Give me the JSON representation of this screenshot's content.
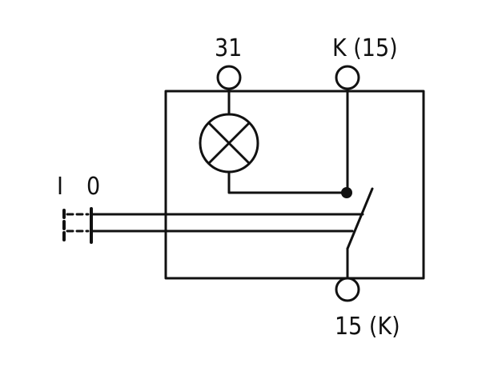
{
  "diagram": {
    "terminals": {
      "top_left": "31",
      "top_right": "K (15)",
      "bottom": "15 (K)"
    },
    "switch_positions": {
      "on": "I",
      "off": "0"
    },
    "colors": {
      "line": "#111111",
      "background": "#ffffff"
    }
  }
}
